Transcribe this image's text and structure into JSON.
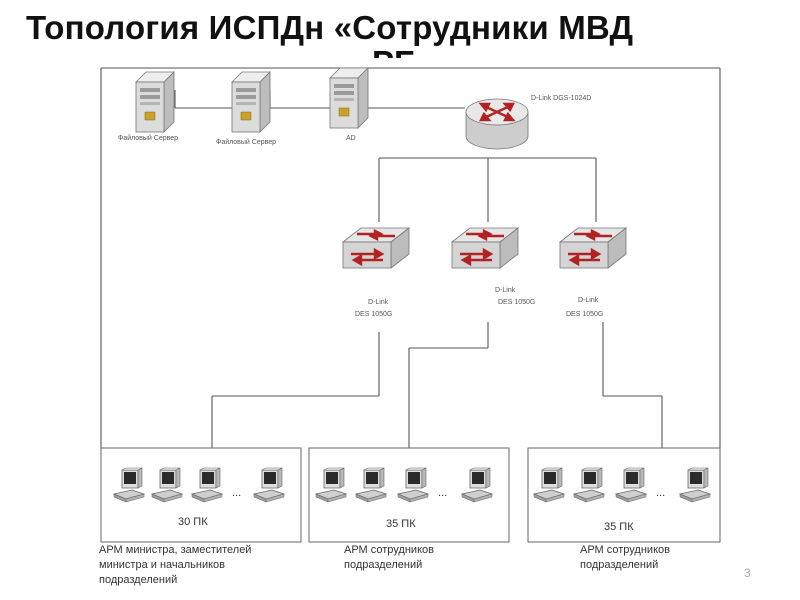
{
  "title": {
    "line1": "Топология ИСПДн «Сотрудники МВД",
    "line2": "РБ"
  },
  "servers": [
    {
      "label": "Файловый Сервер"
    },
    {
      "label": "Файловый Сервер"
    },
    {
      "label": "AD"
    }
  ],
  "core_router": {
    "label": "D-Link DGS-1024D"
  },
  "switches": [
    {
      "label_line1": "D-Link",
      "label_line2": "DES 1050G"
    },
    {
      "label_line1": "D-Link",
      "label_line2": "DES 1050G"
    },
    {
      "label_line1": "D-Link",
      "label_line2": "DES 1050G"
    }
  ],
  "groups": [
    {
      "count": "30 ПК",
      "desc_lines": [
        "АРМ министра, заместителей",
        "министра и начальников",
        "подразделений"
      ]
    },
    {
      "count": "35 ПК",
      "desc_lines": [
        "АРМ сотрудников",
        "подразделений"
      ]
    },
    {
      "count": "35 ПК",
      "desc_lines": [
        "АРМ сотрудников",
        "подразделений"
      ]
    }
  ],
  "ellipsis": "...",
  "page_number": "3",
  "colors": {
    "arrow": "#b22222",
    "line": "#555555",
    "device": "#d9d9d9"
  }
}
